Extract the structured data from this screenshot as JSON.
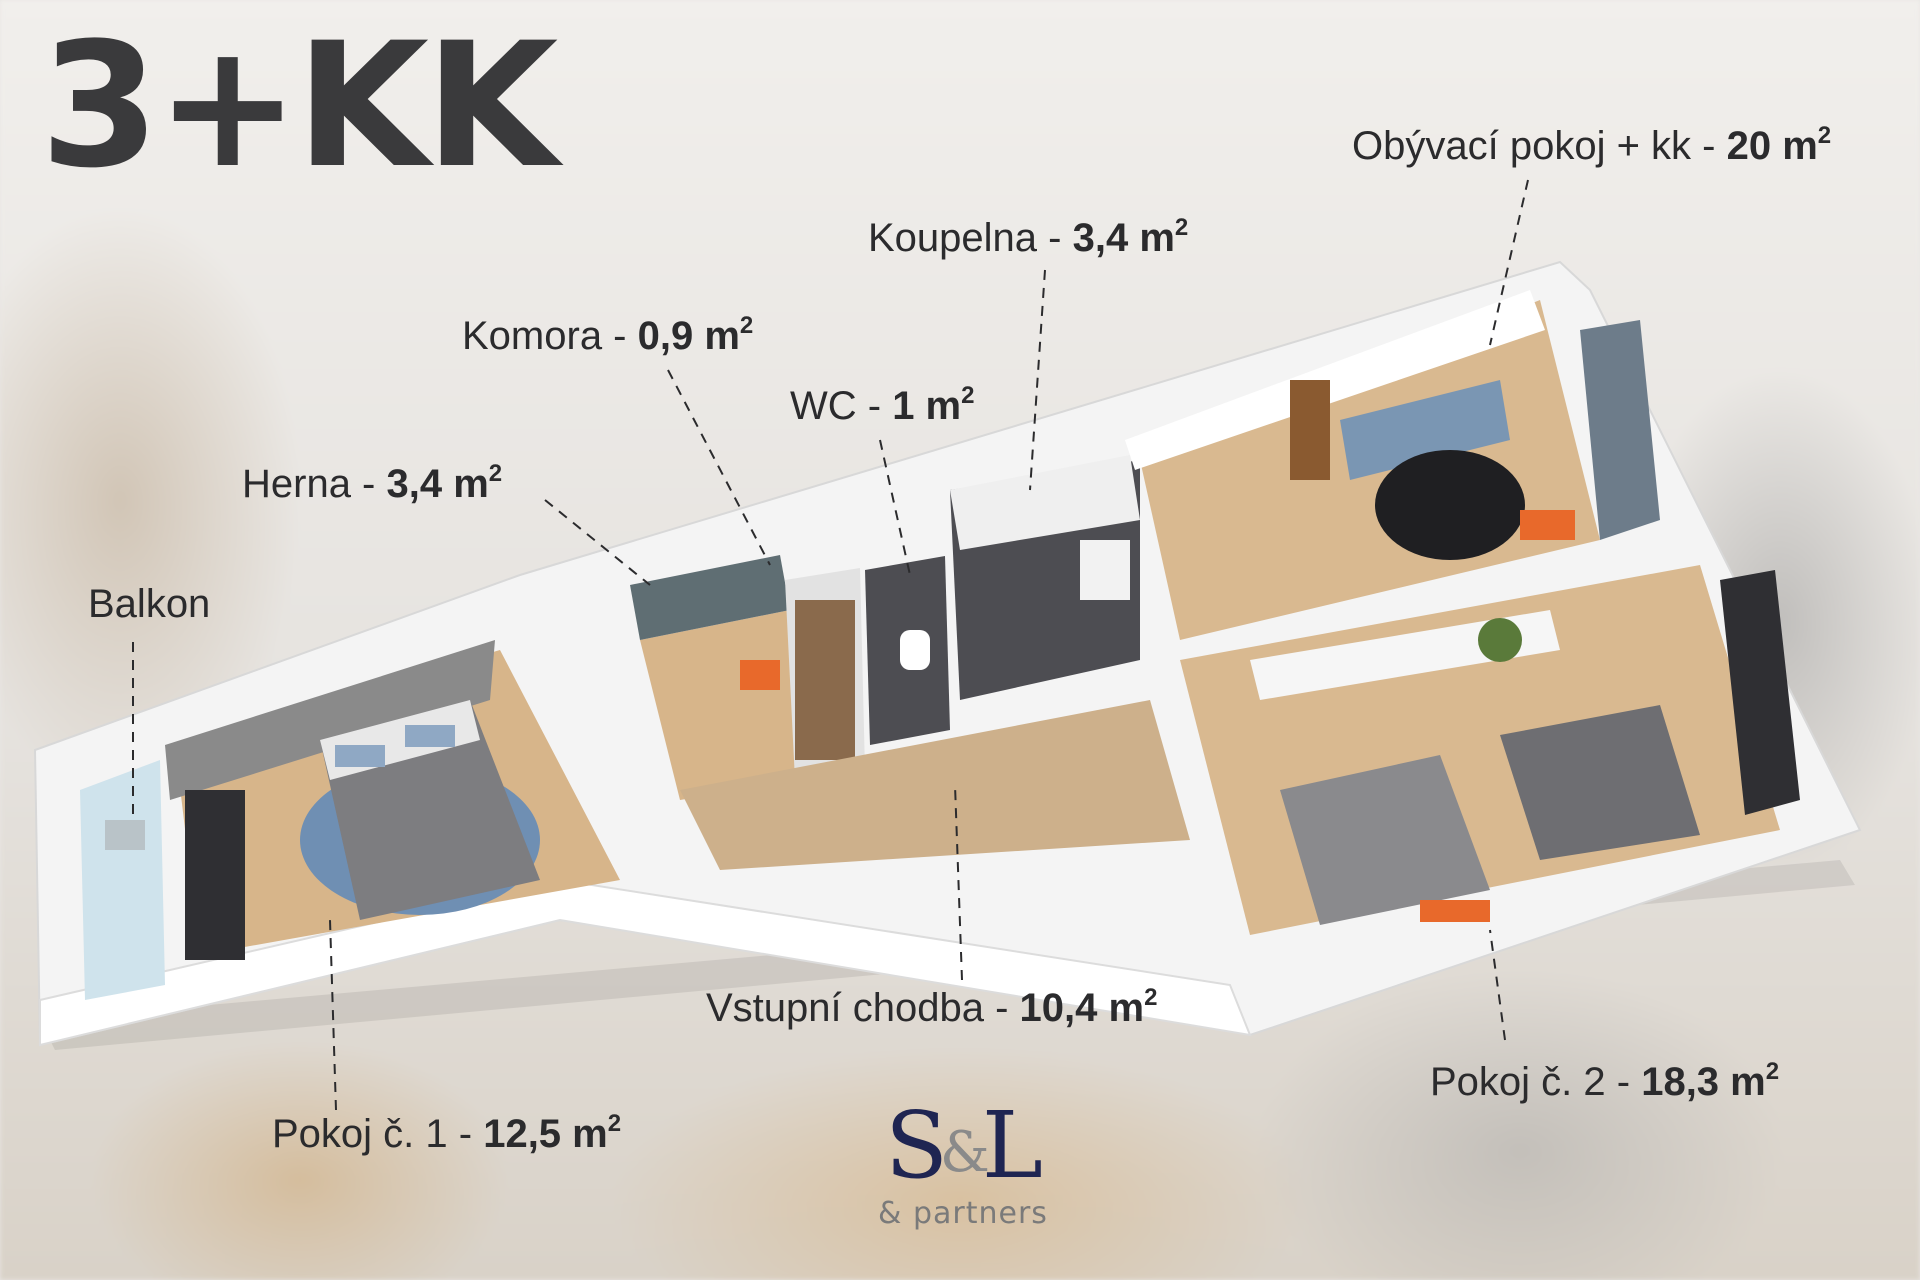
{
  "title": "3+KK",
  "rooms": [
    {
      "id": "obyvaci",
      "name": "Obývací pokoj + kk - ",
      "area": "20 m",
      "sup": "2"
    },
    {
      "id": "koupelna",
      "name": "Koupelna - ",
      "area": "3,4 m",
      "sup": "2"
    },
    {
      "id": "komora",
      "name": "Komora -  ",
      "area": "0,9 m",
      "sup": "2"
    },
    {
      "id": "wc",
      "name": "WC - ",
      "area": "1 m",
      "sup": "2"
    },
    {
      "id": "herna",
      "name": "Herna -  ",
      "area": "3,4 m",
      "sup": "2"
    },
    {
      "id": "balkon",
      "name": "Balkon",
      "area": "",
      "sup": ""
    },
    {
      "id": "chodba",
      "name": "Vstupní chodba - ",
      "area": "10,4 m",
      "sup": "2"
    },
    {
      "id": "pokoj2",
      "name": "Pokoj č. 2 - ",
      "area": "18,3 m",
      "sup": "2"
    },
    {
      "id": "pokoj1",
      "name": "Pokoj č. 1 - ",
      "area": "12,5 m",
      "sup": "2"
    }
  ],
  "logo": {
    "left": "S",
    "amp": "&",
    "right": "L",
    "sub": "& partners"
  }
}
